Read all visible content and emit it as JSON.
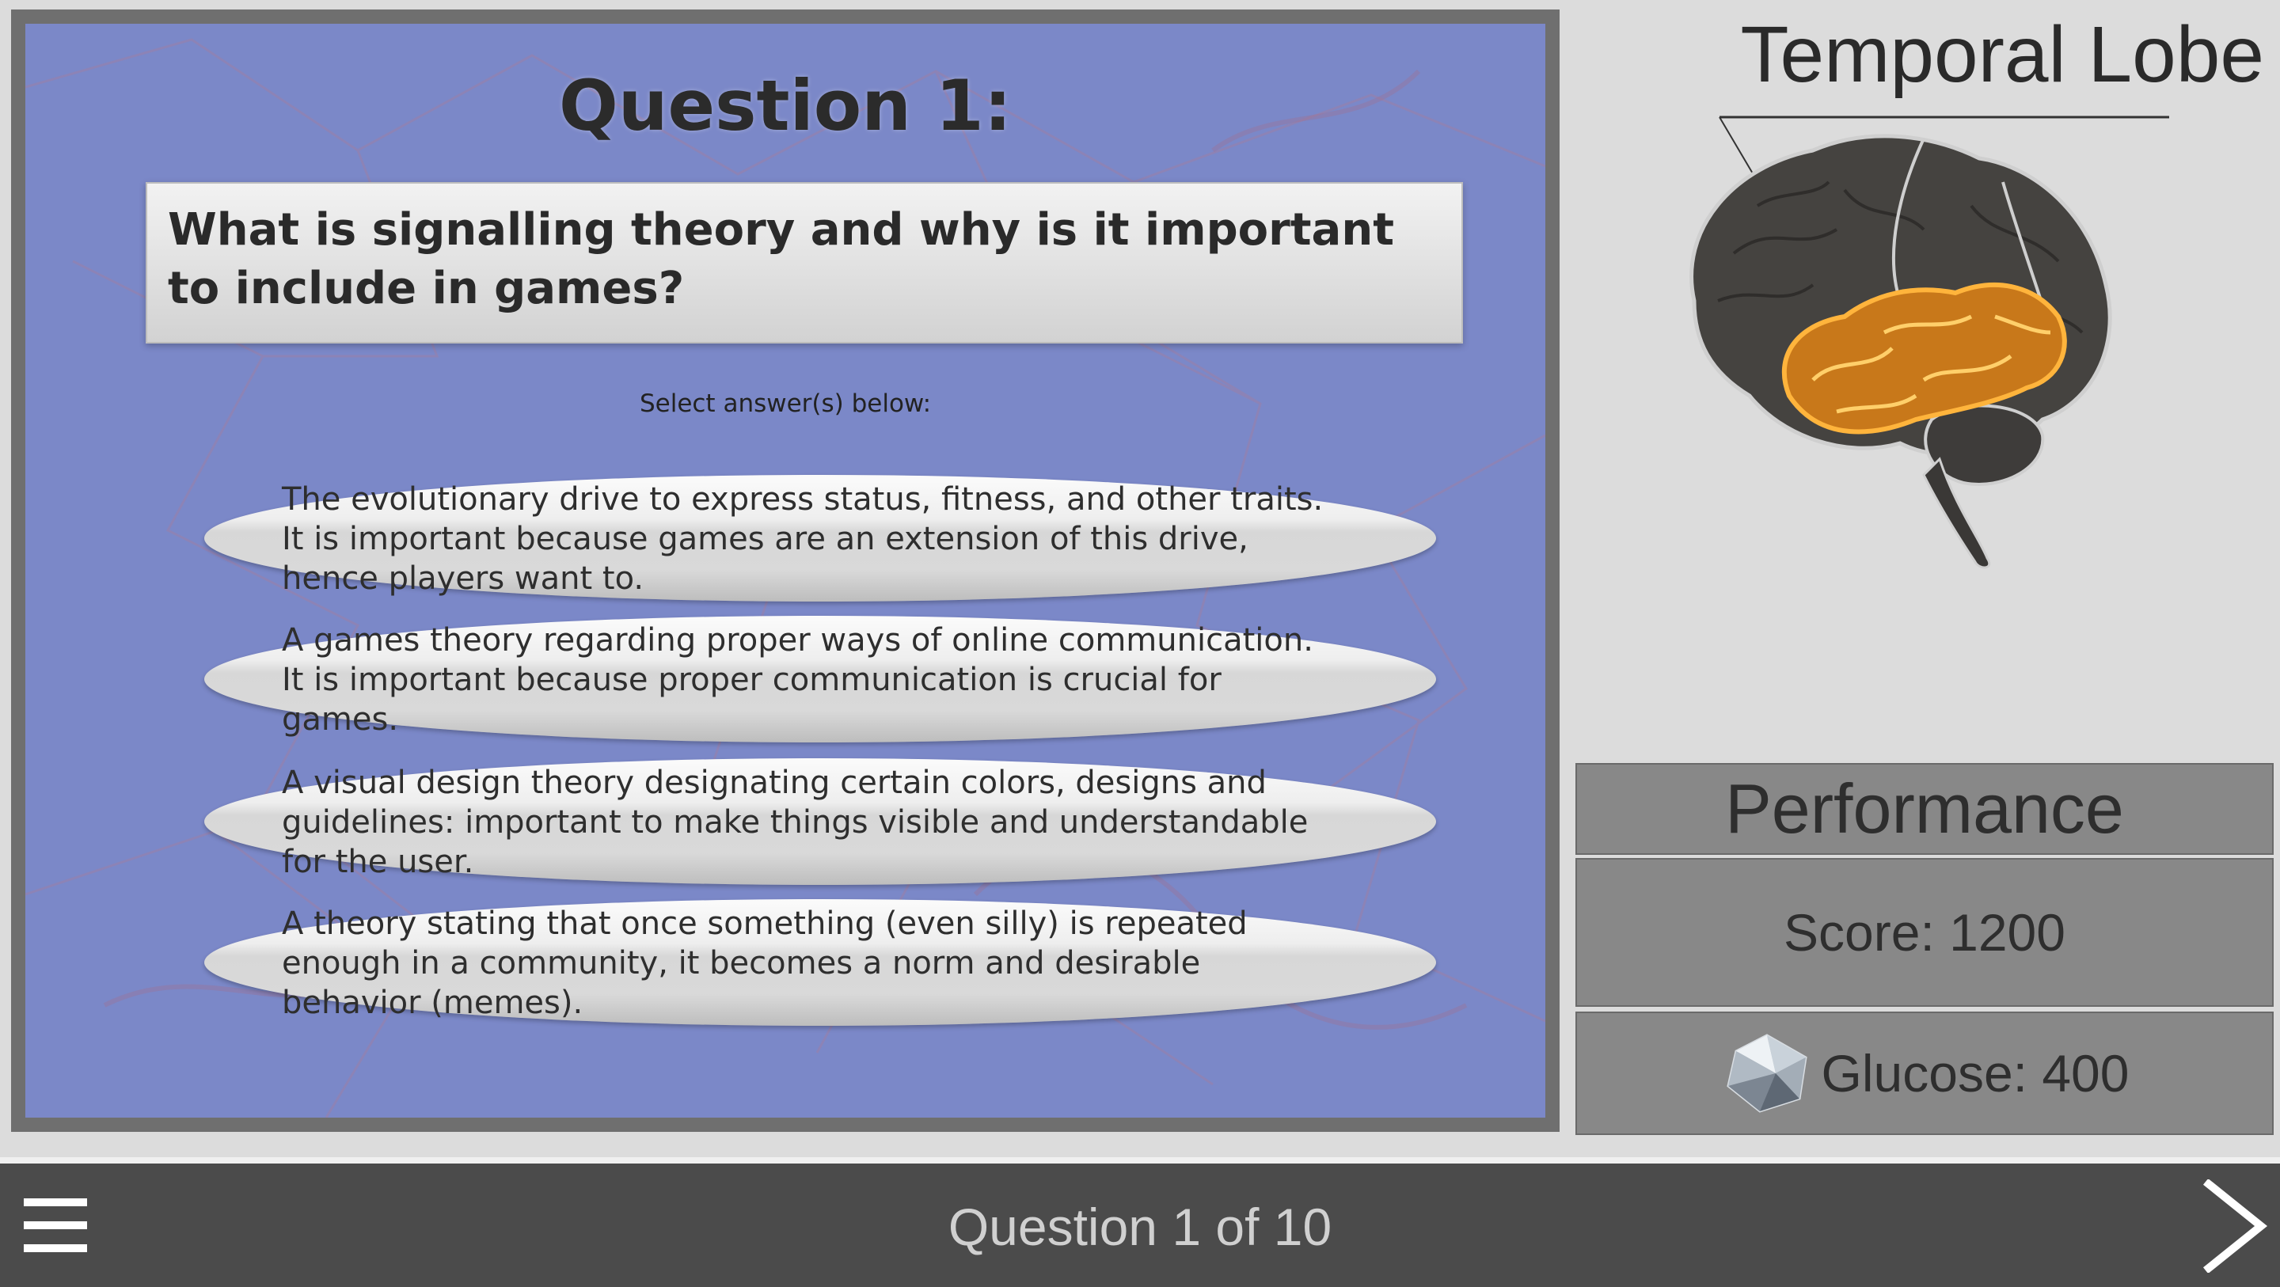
{
  "quiz": {
    "title": "Question 1:",
    "question": "What is signalling theory and why is it important to include in games?",
    "select_label": "Select answer(s) below:",
    "answers": [
      "The evolutionary drive to express status, fitness, and other traits.\nIt is important because games are an extension of this drive, hence players want to.",
      "A games theory regarding proper ways of online communication.\nIt is important because proper communication is crucial for games.",
      "A visual design theory designating certain colors, designs and guidelines: important to make things visible and understandable for the user.",
      "A theory stating that once something (even silly) is repeated enough in a community, it becomes a norm and desirable behavior (memes)."
    ]
  },
  "brain": {
    "region_title": "Temporal Lobe",
    "highlight_color": "#f0a020",
    "icon": "brain-icon"
  },
  "performance": {
    "header": "Performance",
    "score": "Score: 1200",
    "glucose": "Glucose: 400",
    "glucose_icon": "crystal-icon"
  },
  "bottom_bar": {
    "progress": "Question 1 of 10",
    "menu_icon": "hamburger-menu-icon",
    "next_icon": "chevron-right-icon"
  }
}
